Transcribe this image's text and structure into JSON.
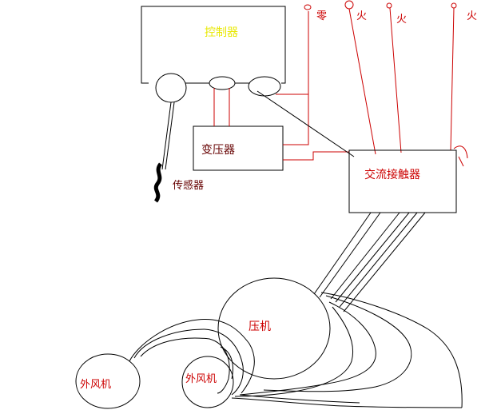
{
  "diagram": {
    "labels": {
      "controller": "控制器",
      "transformer": "变压器",
      "sensor": "传感器",
      "contactor": "交流接触器",
      "compressor": "压机",
      "fan1": "外风机",
      "fan2": "外风机",
      "neutral": "零",
      "live1": "火",
      "live2": "火",
      "live3": "火"
    },
    "colors": {
      "controller_label": "#e8e800",
      "red_label": "#cc0000",
      "dark_red_label": "#660000",
      "red_wire": "#cc0000",
      "black_line": "#000000"
    }
  }
}
